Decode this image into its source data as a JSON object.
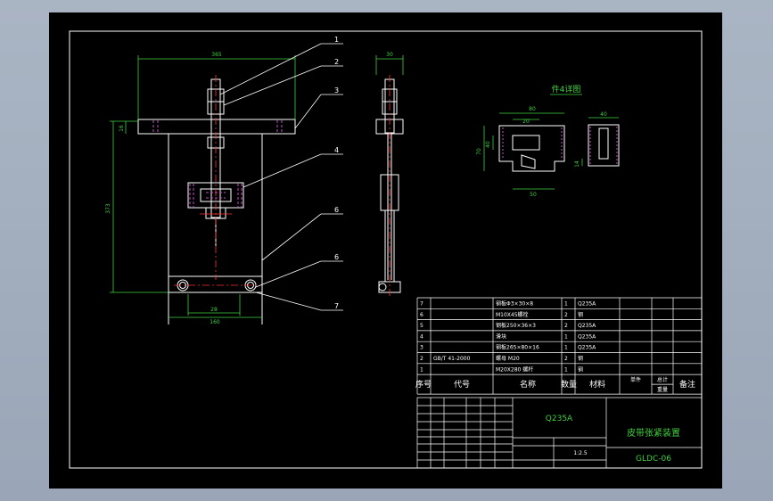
{
  "leaders": {
    "n1": "1",
    "n2": "2",
    "n3": "3",
    "n4": "4",
    "n5": "6",
    "n6": "6",
    "n7": "7"
  },
  "dims": {
    "top_width": "365",
    "height_left": "373",
    "plate_thk": "16",
    "bottom_inner": "28",
    "bottom_width": "160",
    "side_width": "30"
  },
  "detail": {
    "title": "件4详图",
    "d_top": "80",
    "d_left1": "70",
    "d_left2": "40",
    "d_bottom": "50",
    "d_inner": "20",
    "r_top": "40",
    "r_side": "14"
  },
  "bom": {
    "rows": [
      {
        "no": "7",
        "code": "",
        "name": "钢板Φ3×30×8",
        "qty": "1",
        "mat": "Q235A"
      },
      {
        "no": "6",
        "code": "",
        "name": "M10X45螺栓",
        "qty": "2",
        "mat": "钢"
      },
      {
        "no": "5",
        "code": "",
        "name": "钢板250×36×3",
        "qty": "2",
        "mat": "Q235A"
      },
      {
        "no": "4",
        "code": "",
        "name": "滑块",
        "qty": "1",
        "mat": "Q235A"
      },
      {
        "no": "3",
        "code": "",
        "name": "钢板265×80×16",
        "qty": "1",
        "mat": "Q235A"
      },
      {
        "no": "2",
        "code": "GB/T 41-2000",
        "name": "螺母 M20",
        "qty": "2",
        "mat": "钢"
      },
      {
        "no": "1",
        "code": "",
        "name": "M20X280 螺杆",
        "qty": "1",
        "mat": "钢"
      }
    ],
    "header": {
      "no": "序号",
      "code": "代号",
      "name": "名称",
      "qty": "数量",
      "mat": "材料",
      "single": "单件",
      "total": "总计",
      "weight": "重量",
      "remark": "备注"
    }
  },
  "title_block": {
    "material": "Q235A",
    "drawing_name": "皮带张紧装置",
    "drawing_no": "GLDC-06",
    "scale": "1:2.5"
  }
}
